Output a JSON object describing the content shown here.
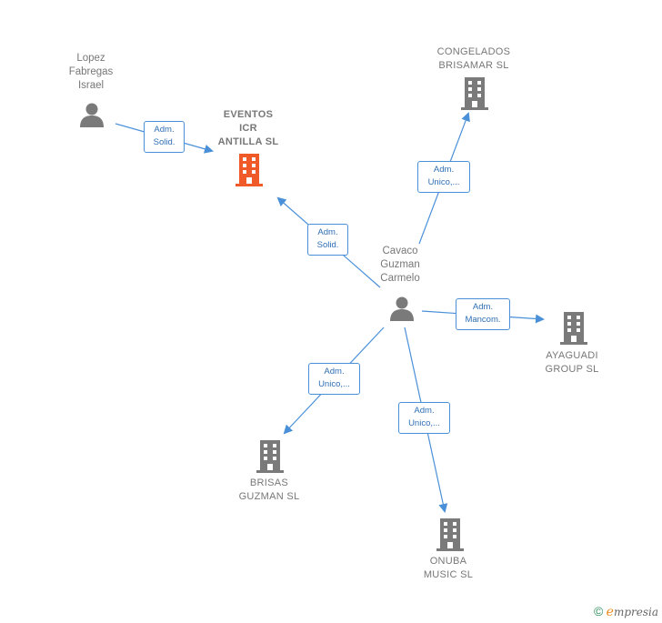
{
  "nodes": {
    "lopez": {
      "label": "Lopez\nFabregas\nIsrael",
      "type": "person"
    },
    "eventos": {
      "label": "EVENTOS\nICR\nANTILLA  SL",
      "type": "company-main"
    },
    "congelados": {
      "label": "CONGELADOS\nBRISAMAR  SL",
      "type": "company"
    },
    "cavaco": {
      "label": "Cavaco\nGuzman\nCarmelo",
      "type": "person"
    },
    "ayaguadi": {
      "label": "AYAGUADI\nGROUP  SL",
      "type": "company"
    },
    "brisas": {
      "label": "BRISAS\nGUZMAN  SL",
      "type": "company"
    },
    "onuba": {
      "label": "ONUBA\nMUSIC  SL",
      "type": "company"
    }
  },
  "edges": {
    "lopez_eventos": "Adm.\nSolid.",
    "cavaco_eventos": "Adm.\nSolid.",
    "cavaco_congelados": "Adm.\nUnico,...",
    "cavaco_ayaguadi": "Adm.\nMancom.",
    "cavaco_brisas": "Adm.\nUnico,...",
    "cavaco_onuba": "Adm.\nUnico,..."
  },
  "colors": {
    "edge": "#4a90d9",
    "main_company": "#f05a28",
    "company": "#7a7a7a",
    "person": "#7a7a7a"
  },
  "brand": {
    "copyright": "©",
    "e": "e",
    "rest": "mpresia"
  }
}
